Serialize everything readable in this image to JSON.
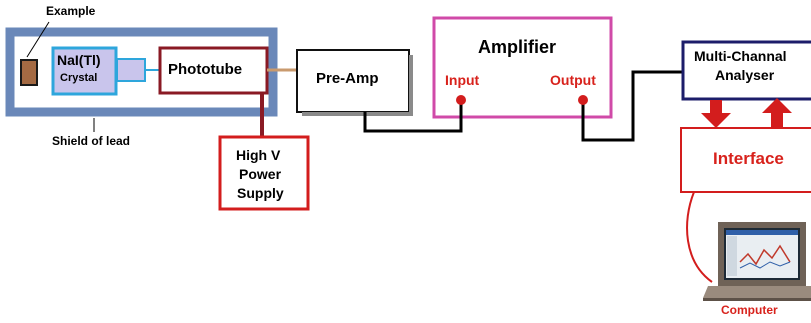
{
  "labels": {
    "example": "Example",
    "nai_line1": "NaI(Tl)",
    "nai_line2": "Crystal",
    "shield": "Shield of lead",
    "phototube": "Phototube",
    "preamp": "Pre-Amp",
    "amplifier": "Amplifier",
    "input": "Input",
    "output": "Output",
    "mca_line1": "Multi-Channal",
    "mca_line2": "Analyser",
    "interface": "Interface",
    "hv_line1": "High V",
    "hv_line2": "Power",
    "hv_line3": "Supply",
    "computer": "Computer"
  },
  "colors": {
    "shield": "#6a88b9",
    "crystal_fill": "#c9c5ec",
    "crystal_border": "#2ea6dc",
    "sample": "#a46a43",
    "dark_red": "#8a1a24",
    "red": "#d31d1d",
    "magenta": "#d04aa8",
    "navy": "#1c1d6a",
    "black": "#000000",
    "tan": "#c99a6e",
    "red_label": "#d8221c"
  },
  "icons": [
    "computer-laptop-icon",
    "input-connector-dot",
    "output-connector-dot",
    "arrow-down-icon",
    "arrow-up-icon"
  ]
}
